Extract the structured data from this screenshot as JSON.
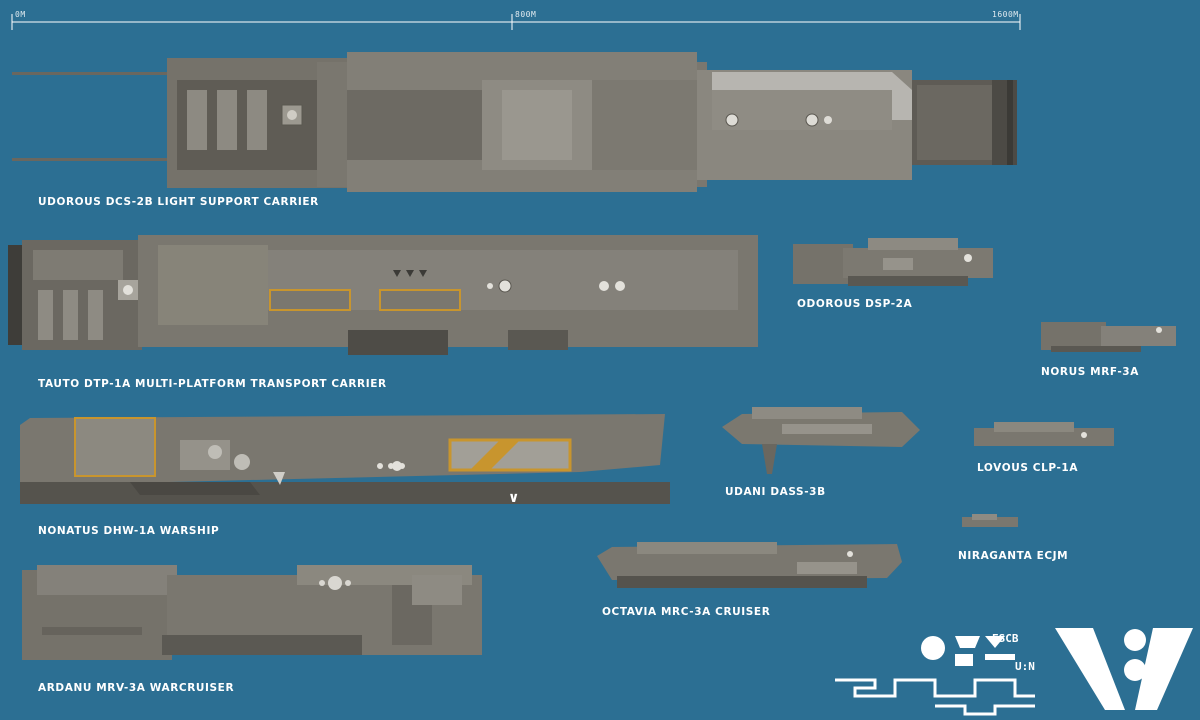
{
  "scale": {
    "labels": [
      "0M",
      "800M",
      "1600M"
    ]
  },
  "ships": [
    {
      "id": "odc",
      "label": "UDOROUS DCS-2B LIGHT SUPPORT CARRIER"
    },
    {
      "id": "dtp",
      "label": "TAUTO DTP-1A MULTI-PLATFORM TRANSPORT CARRIER"
    },
    {
      "id": "dhw",
      "label": "NONATUS DHW-1A WARSHIP"
    },
    {
      "id": "mrv",
      "label": "ARDANU MRV-3A WARCRUISER"
    },
    {
      "id": "dsp",
      "label": "ODOROUS DSP-2A"
    },
    {
      "id": "mrf",
      "label": "NORUS MRF-3A"
    },
    {
      "id": "dass",
      "label": "UDANI DASS-3B"
    },
    {
      "id": "clp",
      "label": "LOVOUS CLP-1A"
    },
    {
      "id": "ecjm",
      "label": "NIRAGANTA ECJM"
    },
    {
      "id": "mrc",
      "label": "OCTAVIA MRC-3A CRUISER"
    }
  ],
  "logos": {
    "small_a": "ESCB",
    "small_b": "U:N"
  },
  "colors": {
    "background": "#2c6f93",
    "hull": "#75726a",
    "hull_light": "#8a877f",
    "hull_dark": "#4e4c47",
    "accent": "#c8952e",
    "text": "#ffffff"
  }
}
